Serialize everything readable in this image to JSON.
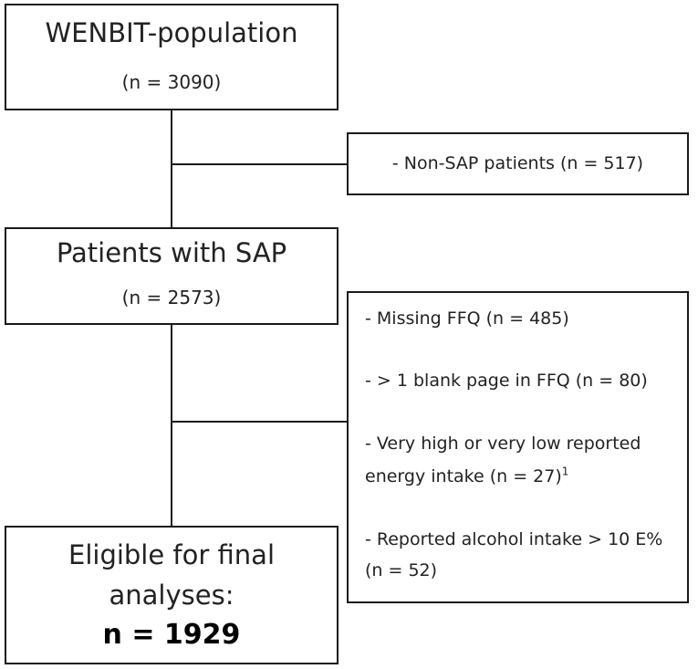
{
  "box1": {
    "title": "WENBIT-population",
    "count": "(n = 3090)"
  },
  "exclusion1": {
    "text": "- Non-SAP patients (n = 517)"
  },
  "box2": {
    "title": "Patients with SAP",
    "count": "(n = 2573)"
  },
  "exclusion2": {
    "items": [
      {
        "line1": "- Missing FFQ (n = 485)"
      },
      {
        "line1": "- > 1 blank page in FFQ (n = 80)"
      },
      {
        "line1": "- Very high or very low reported",
        "line2": "energy intake (n = 27)",
        "sup": "1"
      },
      {
        "line1": "- Reported alcohol intake > 10 E%",
        "line2": "(n = 52)"
      }
    ]
  },
  "box3": {
    "line1": "Eligible for final",
    "line2": "analyses:",
    "count": "n = 1929"
  }
}
